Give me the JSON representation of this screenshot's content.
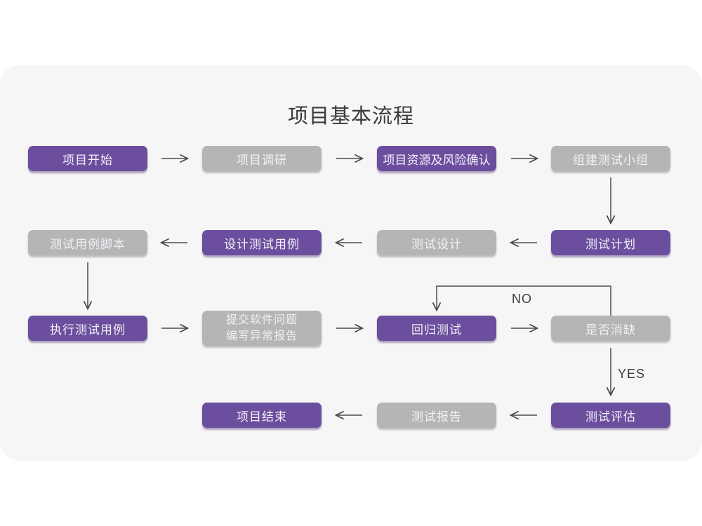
{
  "title": "项目基本流程",
  "edge_labels": {
    "no": "NO",
    "yes": "YES"
  },
  "colors": {
    "card_bg": "#F6F6F7",
    "node_purple": "#6B4F9E",
    "node_gray": "#B5B5B5",
    "node_text": "#F2F0F7",
    "arrow": "#4A4A4A",
    "title_text": "#3A3A3A"
  },
  "nodes": [
    {
      "id": "project-start",
      "label": "项目开始",
      "variant": "purple"
    },
    {
      "id": "project-research",
      "label": "项目调研",
      "variant": "gray"
    },
    {
      "id": "resource-risk-confirm",
      "label": "项目资源及风险确认",
      "variant": "purple"
    },
    {
      "id": "build-test-team",
      "label": "组建测试小组",
      "variant": "gray"
    },
    {
      "id": "test-plan",
      "label": "测试计划",
      "variant": "purple"
    },
    {
      "id": "test-design",
      "label": "测试设计",
      "variant": "gray"
    },
    {
      "id": "design-test-cases",
      "label": "设计测试用例",
      "variant": "purple"
    },
    {
      "id": "test-case-scripts",
      "label": "测试用例脚本",
      "variant": "gray"
    },
    {
      "id": "execute-test-cases",
      "label": "执行测试用例",
      "variant": "purple"
    },
    {
      "id": "submit-issues-report",
      "lines": [
        "提交软件问题",
        "编写异常报告"
      ],
      "variant": "gray"
    },
    {
      "id": "regression-test",
      "label": "回归测试",
      "variant": "purple"
    },
    {
      "id": "defect-cleared",
      "label": "是否消缺",
      "variant": "gray"
    },
    {
      "id": "test-evaluation",
      "label": "测试评估",
      "variant": "purple"
    },
    {
      "id": "test-report",
      "label": "测试报告",
      "variant": "gray"
    },
    {
      "id": "project-end",
      "label": "项目结束",
      "variant": "purple"
    }
  ],
  "edges": [
    {
      "from": "project-start",
      "to": "project-research"
    },
    {
      "from": "project-research",
      "to": "resource-risk-confirm"
    },
    {
      "from": "resource-risk-confirm",
      "to": "build-test-team"
    },
    {
      "from": "build-test-team",
      "to": "test-plan"
    },
    {
      "from": "test-plan",
      "to": "test-design"
    },
    {
      "from": "test-design",
      "to": "design-test-cases"
    },
    {
      "from": "design-test-cases",
      "to": "test-case-scripts"
    },
    {
      "from": "test-case-scripts",
      "to": "execute-test-cases"
    },
    {
      "from": "execute-test-cases",
      "to": "submit-issues-report"
    },
    {
      "from": "submit-issues-report",
      "to": "regression-test"
    },
    {
      "from": "regression-test",
      "to": "defect-cleared"
    },
    {
      "from": "defect-cleared",
      "to": "regression-test",
      "label": "NO"
    },
    {
      "from": "defect-cleared",
      "to": "test-evaluation",
      "label": "YES"
    },
    {
      "from": "test-evaluation",
      "to": "test-report"
    },
    {
      "from": "test-report",
      "to": "project-end"
    }
  ]
}
